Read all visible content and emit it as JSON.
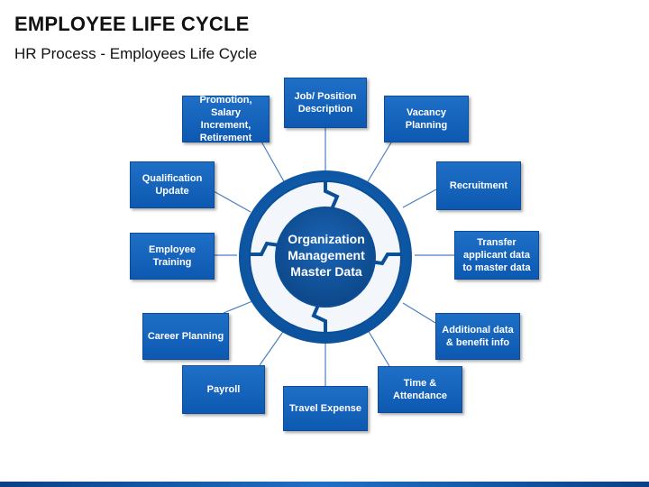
{
  "header": {
    "title": "EMPLOYEE LIFE CYCLE",
    "subtitle": "HR Process - Employees Life Cycle"
  },
  "center": {
    "label": "Organization\nManagement\nMaster Data"
  },
  "boxes": {
    "job_position": "Job/ Position\nDescription",
    "vacancy": "Vacancy\nPlanning",
    "recruitment": "Recruitment",
    "transfer": "Transfer\napplicant data\nto master data",
    "additional": "Additional data\n& benefit info",
    "time": "Time &\nAttendance",
    "travel": "Travel Expense",
    "payroll": "Payroll",
    "career": "Career Planning",
    "training": "Employee\nTraining",
    "qualification": "Qualification\nUpdate",
    "promotion": "Promotion, Salary\nIncrement,\nRetirement"
  },
  "colors": {
    "box_blue": "#0d59b1",
    "ring_blue": "#0b5aa8",
    "ring_light": "#e3edf8",
    "center_blue": "#0f4f93"
  }
}
